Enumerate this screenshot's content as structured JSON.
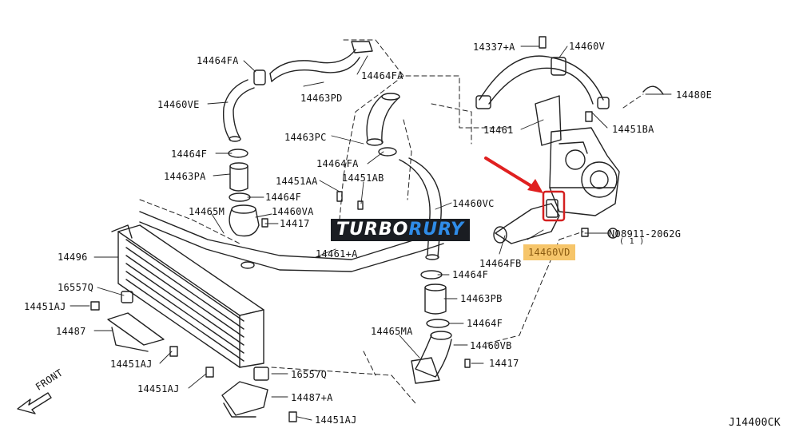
{
  "diagram": {
    "part_labels": [
      {
        "id": "p14464FA_a",
        "text": "14464FA"
      },
      {
        "id": "p14463PD",
        "text": "14463PD"
      },
      {
        "id": "p14464FA_b",
        "text": "14464FA"
      },
      {
        "id": "p14460VE",
        "text": "14460VE"
      },
      {
        "id": "p14463PC",
        "text": "14463PC"
      },
      {
        "id": "p14464F_a",
        "text": "14464F"
      },
      {
        "id": "p14464FA_c",
        "text": "14464FA"
      },
      {
        "id": "p14463PA",
        "text": "14463PA"
      },
      {
        "id": "p14451AA",
        "text": "14451AA"
      },
      {
        "id": "p14451AB",
        "text": "14451AB"
      },
      {
        "id": "p14464F_b",
        "text": "14464F"
      },
      {
        "id": "p14465M",
        "text": "14465M"
      },
      {
        "id": "p14460VA",
        "text": "14460VA"
      },
      {
        "id": "p14417_a",
        "text": "14417"
      },
      {
        "id": "p14496",
        "text": "14496"
      },
      {
        "id": "p14461A",
        "text": "14461+A"
      },
      {
        "id": "p14460VC",
        "text": "14460VC"
      },
      {
        "id": "p14337A",
        "text": "14337+A"
      },
      {
        "id": "p14460V",
        "text": "14460V"
      },
      {
        "id": "p14480E",
        "text": "14480E"
      },
      {
        "id": "p14461",
        "text": "14461"
      },
      {
        "id": "p14451BA",
        "text": "14451BA"
      },
      {
        "id": "p08911",
        "text": "N08911-2062G"
      },
      {
        "id": "p08911q",
        "text": "( 1 )"
      },
      {
        "id": "p14464FB",
        "text": "14464FB"
      },
      {
        "id": "p14460VD",
        "text": "14460VD"
      },
      {
        "id": "p16557Q_a",
        "text": "16557Q"
      },
      {
        "id": "p14451AJ_a",
        "text": "14451AJ"
      },
      {
        "id": "p14464F_c",
        "text": "14464F"
      },
      {
        "id": "p14463PB",
        "text": "14463PB"
      },
      {
        "id": "p14487",
        "text": "14487"
      },
      {
        "id": "p14464F_d",
        "text": "14464F"
      },
      {
        "id": "p14465MA",
        "text": "14465MA"
      },
      {
        "id": "p14460VB",
        "text": "14460VB"
      },
      {
        "id": "p14451AJ_b",
        "text": "14451AJ"
      },
      {
        "id": "p14417_b",
        "text": "14417"
      },
      {
        "id": "p16557Q_b",
        "text": "16557Q"
      },
      {
        "id": "p14451AJ_c",
        "text": "14451AJ"
      },
      {
        "id": "p14487A",
        "text": "14487+A"
      },
      {
        "id": "p14451AJ_d",
        "text": "14451AJ"
      }
    ],
    "front_label": "FRONT",
    "drawing_code": "J14400CK",
    "watermark": {
      "part1": "TURBO",
      "part2": "RURY"
    },
    "colors": {
      "line": "#222222",
      "highlight_fill": "#f6c56a",
      "highlight_text": "#8a5a10",
      "arrow": "#e02020",
      "logo_bg": "#1a1d22",
      "logo_accent": "#2f8ce8"
    }
  }
}
